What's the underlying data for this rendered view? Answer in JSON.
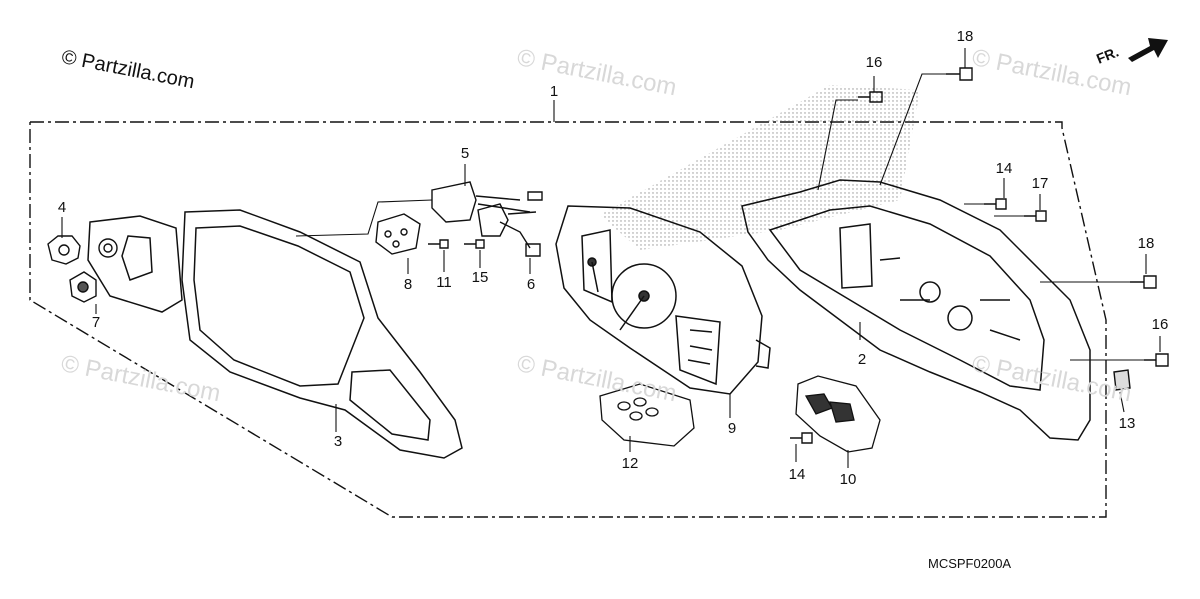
{
  "watermark": {
    "primary": "© Partzilla.com",
    "faint": "© Partzilla.com"
  },
  "direction_label": "FR.",
  "diagram_code": "MCSPF0200A",
  "callouts": {
    "c1": "1",
    "c2": "2",
    "c3": "3",
    "c4": "4",
    "c5": "5",
    "c6": "6",
    "c7": "7",
    "c8": "8",
    "c9": "9",
    "c10": "10",
    "c11": "11",
    "c12": "12",
    "c13": "13",
    "c14a": "14",
    "c14b": "14",
    "c15": "15",
    "c16a": "16",
    "c16b": "16",
    "c17": "17",
    "c18a": "18",
    "c18b": "18"
  },
  "colors": {
    "line": "#111111",
    "hatch": "#9a9a9a",
    "watermark": "#d8d8d8"
  }
}
